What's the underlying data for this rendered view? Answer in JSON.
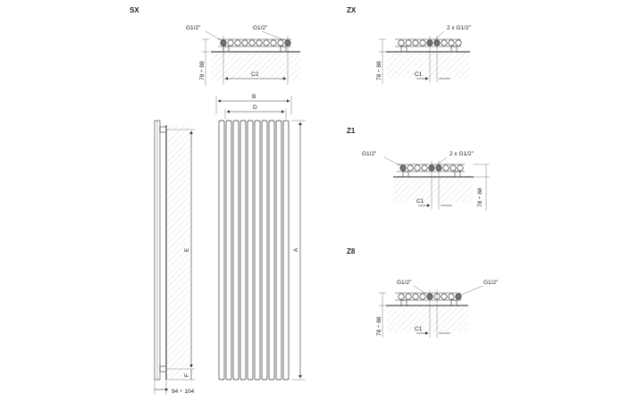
{
  "sections": {
    "sx": {
      "title": "SX",
      "left_connection": "G1/2\"",
      "right_connection": "G1/2\"",
      "height_range": "78 ÷ 88",
      "dim_c2": "C2"
    },
    "zx": {
      "title": "ZX",
      "connection": "2 x G1/2\"",
      "height_range": "78 ÷ 88",
      "dim_c1": "C1"
    },
    "z1": {
      "title": "Z1",
      "left_connection": "G1/2\"",
      "right_connection": "2 x G1/2\"",
      "height_range": "78 ÷ 88",
      "dim_c1": "C1"
    },
    "z8": {
      "title": "Z8",
      "left_connection": "G1/2\"",
      "right_connection": "G1/2\"",
      "height_range": "78 ÷ 88",
      "dim_c1": "C1"
    }
  },
  "front_view": {
    "dim_b": "B",
    "dim_d": "D",
    "dim_a": "A"
  },
  "side_view": {
    "dim_e": "E",
    "dim_f": "F",
    "depth_range": "94 ÷ 104"
  }
}
